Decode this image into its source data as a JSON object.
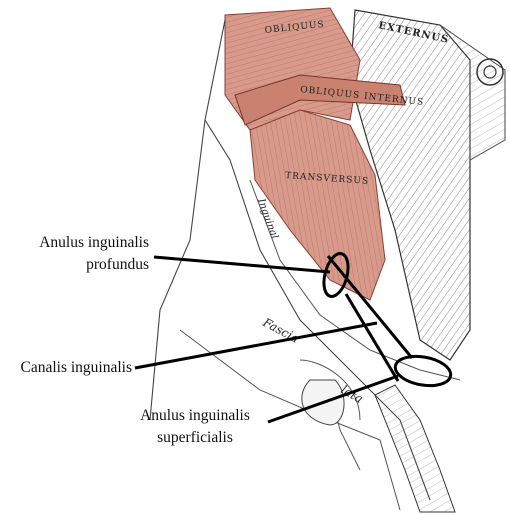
{
  "figure": {
    "colors": {
      "muscle": "#d79a8b",
      "muscle_dark": "#b9705f",
      "line_art": "#3a3a3a",
      "annotation": "#000000",
      "background": "#ffffff"
    },
    "engraved_labels": {
      "externus": "EXTERNUS",
      "obliquus_top": "OBLIQUUS",
      "obliquus_internus": "OBLIQUUS INTERNUS",
      "transversus": "TRANSVERSUS",
      "inguinal": "Inguinal",
      "fascia": "Fascia",
      "lata": "lata"
    }
  },
  "callouts": {
    "profundus": {
      "line1": "Anulus inguinalis",
      "line2": "profundus"
    },
    "canalis": {
      "line1": "Canalis inguinalis"
    },
    "superficialis": {
      "line1": "Anulus inguinalis",
      "line2": "superficialis"
    }
  }
}
